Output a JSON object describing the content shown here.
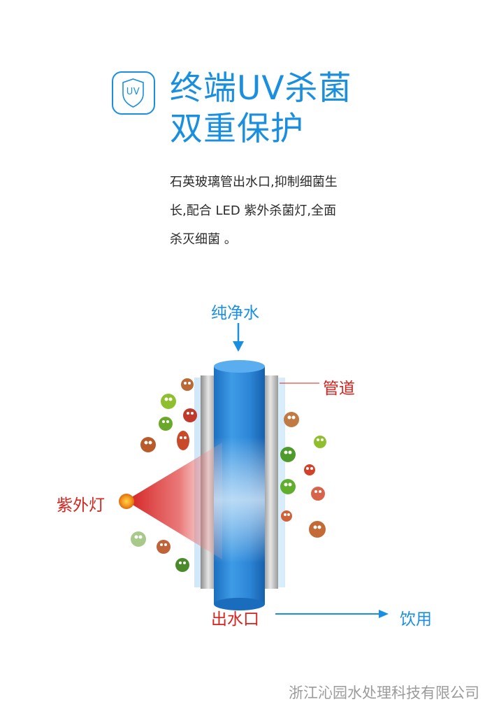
{
  "badge": {
    "label": "UV",
    "icon": "uv-shield-icon"
  },
  "title": {
    "line1": "终端UV杀菌",
    "line2": "双重保护"
  },
  "description": {
    "lines": [
      "石英玻璃管出水口,抑制细菌生",
      "长,配合 LED 紫外杀菌灯,全面",
      "杀灭细菌 。"
    ]
  },
  "diagram": {
    "inlet_label": "纯净水",
    "pipe_label": "管道",
    "lamp_label": "紫外灯",
    "outlet_label": "出水口",
    "output_label": "饮用"
  },
  "footer": {
    "company": "浙江沁园水处理科技有限公司"
  },
  "colors": {
    "accent": "#1a8fe0",
    "red": "#d7231e",
    "gray": "#9b9b9b"
  }
}
